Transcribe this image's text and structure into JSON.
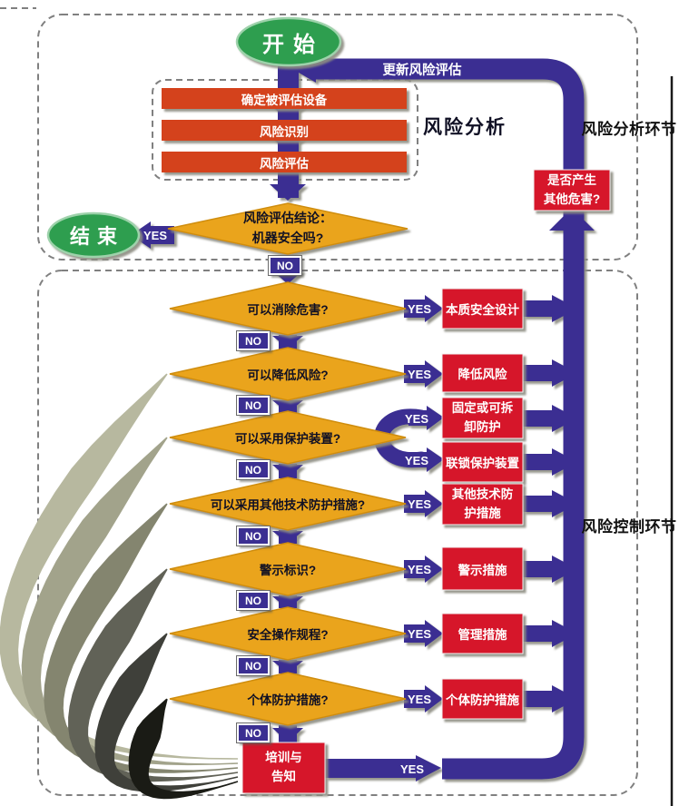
{
  "title": "机器安全风险评估流程图",
  "colors": {
    "pipe_purple": "#3b2f92",
    "diamond_orange": "#eaa41b",
    "step_vermillion": "#d4431d",
    "result_crimson": "#d6182b",
    "terminal_green": "#2f9e50",
    "dash_grey": "#808080"
  },
  "terminals": {
    "start": "开始",
    "end": "结束"
  },
  "branch_labels": {
    "yes": "YES",
    "no": "NO"
  },
  "update_arrow_label": "更新风险评估",
  "analysis": {
    "title": "风险分析",
    "section_label": "风险分析环节",
    "steps": [
      "确定被评估设备",
      "风险识别",
      "风险评估"
    ]
  },
  "control": {
    "section_label": "风险控制环节"
  },
  "first_decision": {
    "line1": "风险评估结论：",
    "line2": "机器安全吗?"
  },
  "hazard_check": {
    "line1": "是否产生",
    "line2": "其他危害?"
  },
  "rows": [
    {
      "q": "可以消除危害?",
      "r": "本质安全设计"
    },
    {
      "q": "可以降低风险?",
      "r": "降低风险"
    },
    {
      "q": "可以采用保护装置?",
      "r1a": "固定或可拆",
      "r1b": "卸防护",
      "r2": "联锁保护装置"
    },
    {
      "q": "可以采用其他技术防护措施?",
      "ra": "其他技术防",
      "rb": "护措施"
    },
    {
      "q": "警示标识?",
      "r": "警示措施"
    },
    {
      "q": "安全操作规程?",
      "r": "管理措施"
    },
    {
      "q": "个体防护措施?",
      "r": "个体防护措施"
    }
  ],
  "training": {
    "line1": "培训与",
    "line2": "告知"
  }
}
